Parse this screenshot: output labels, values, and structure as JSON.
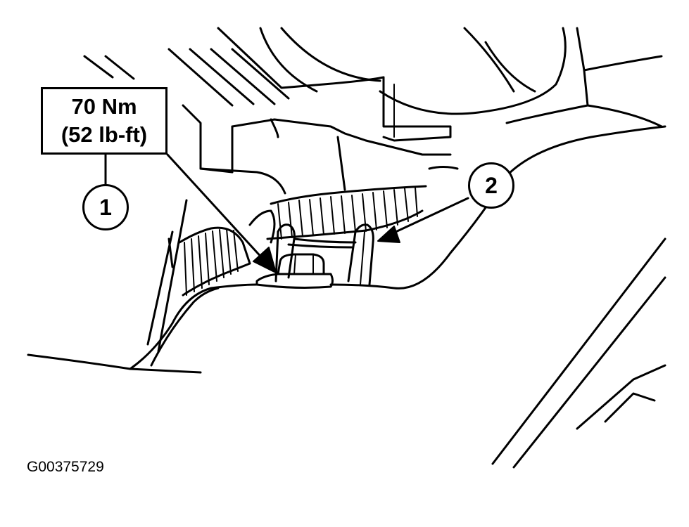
{
  "spec_label": {
    "torque_metric": "70 Nm",
    "torque_imperial": "(52 lb-ft)"
  },
  "callouts": [
    {
      "number": "1"
    },
    {
      "number": "2"
    }
  ],
  "figure_id": "G00375729"
}
